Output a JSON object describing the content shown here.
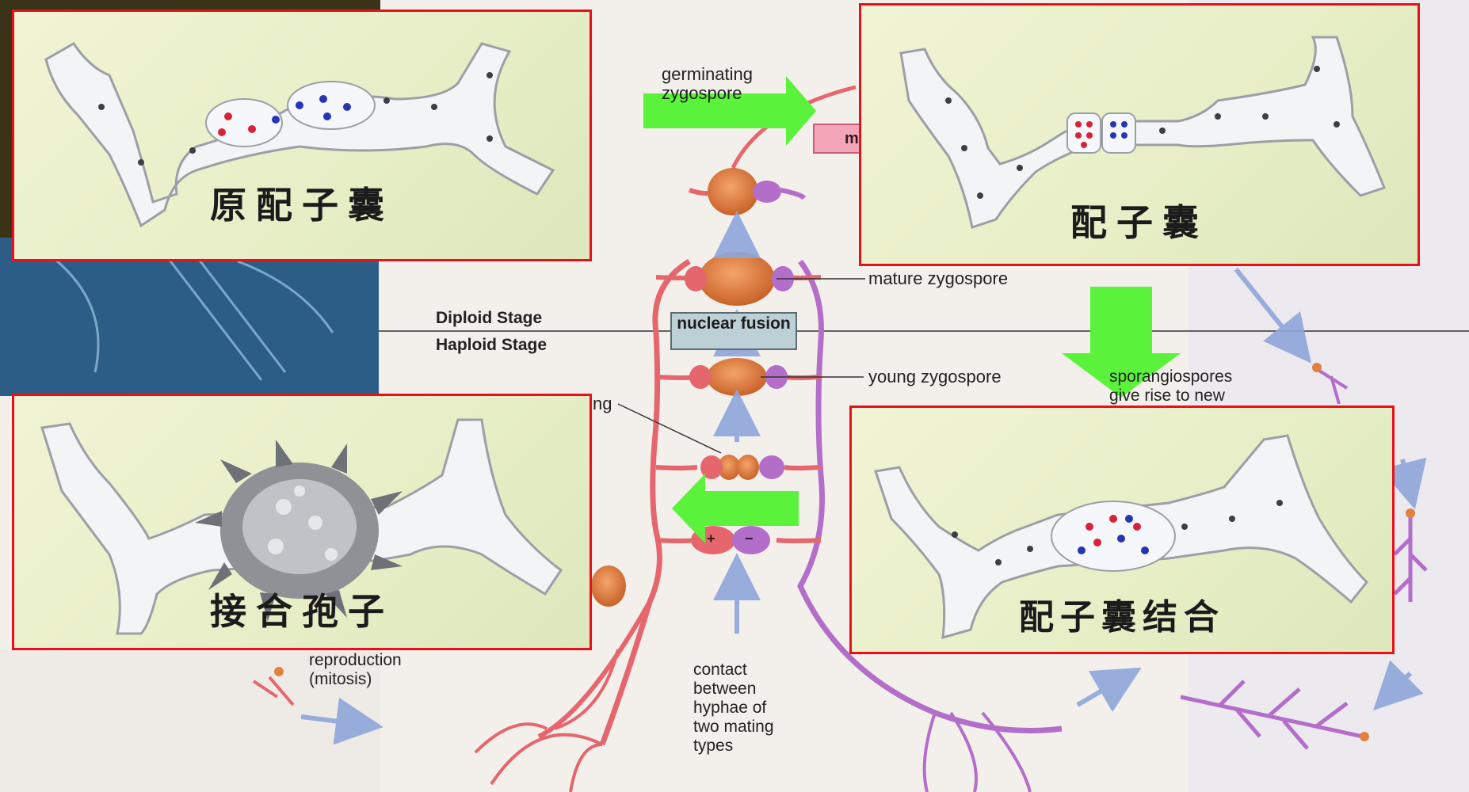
{
  "panels": {
    "top_left": {
      "caption": "原配子囊"
    },
    "top_right": {
      "caption": "配子囊"
    },
    "bottom_left": {
      "caption": "接合孢子"
    },
    "bottom_right": {
      "caption": "配子囊结合"
    }
  },
  "diagram": {
    "germinating": "germinating\nzygospore",
    "box_fragment": "m",
    "mature_zygospore": "mature zygospore",
    "diploid_stage": "Diploid Stage",
    "haploid_stage": "Haploid Stage",
    "nuclear_fusion": "nuclear\nfusion",
    "young_zygospore": "young zygospore",
    "sporangiospores": "sporangiospores\ngive rise to new",
    "ng_fragment": "ng",
    "reproduction": "reproduction\n(mitosis)",
    "contact": "contact\nbetween\nhyphae of\ntwo mating\ntypes",
    "plus": "+",
    "minus": "−"
  },
  "colors": {
    "arrow_green": "#5af23a",
    "panel_border": "#e8101a",
    "hypha_red": "#e5676d",
    "hypha_purple": "#b36ec9",
    "zygospore_orange": "#e2813f",
    "flow_arrow_blue": "#8fa6da"
  }
}
